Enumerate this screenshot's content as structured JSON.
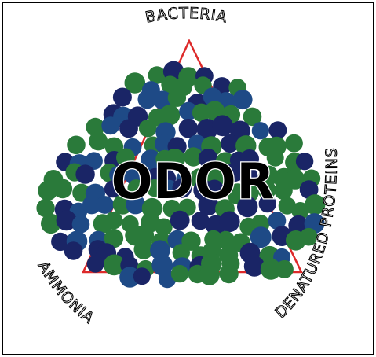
{
  "center_word": "ODOR",
  "labels": {
    "top": "BACTERIA",
    "right": "DENATURED PROTEINS",
    "left": "AMMONIA"
  },
  "colors": {
    "triangle": "#dd2a2a",
    "particle_green": "#2a7a3a",
    "particle_blue": "#1e4a86",
    "particle_navy": "#1a2566",
    "border": "#000000"
  }
}
